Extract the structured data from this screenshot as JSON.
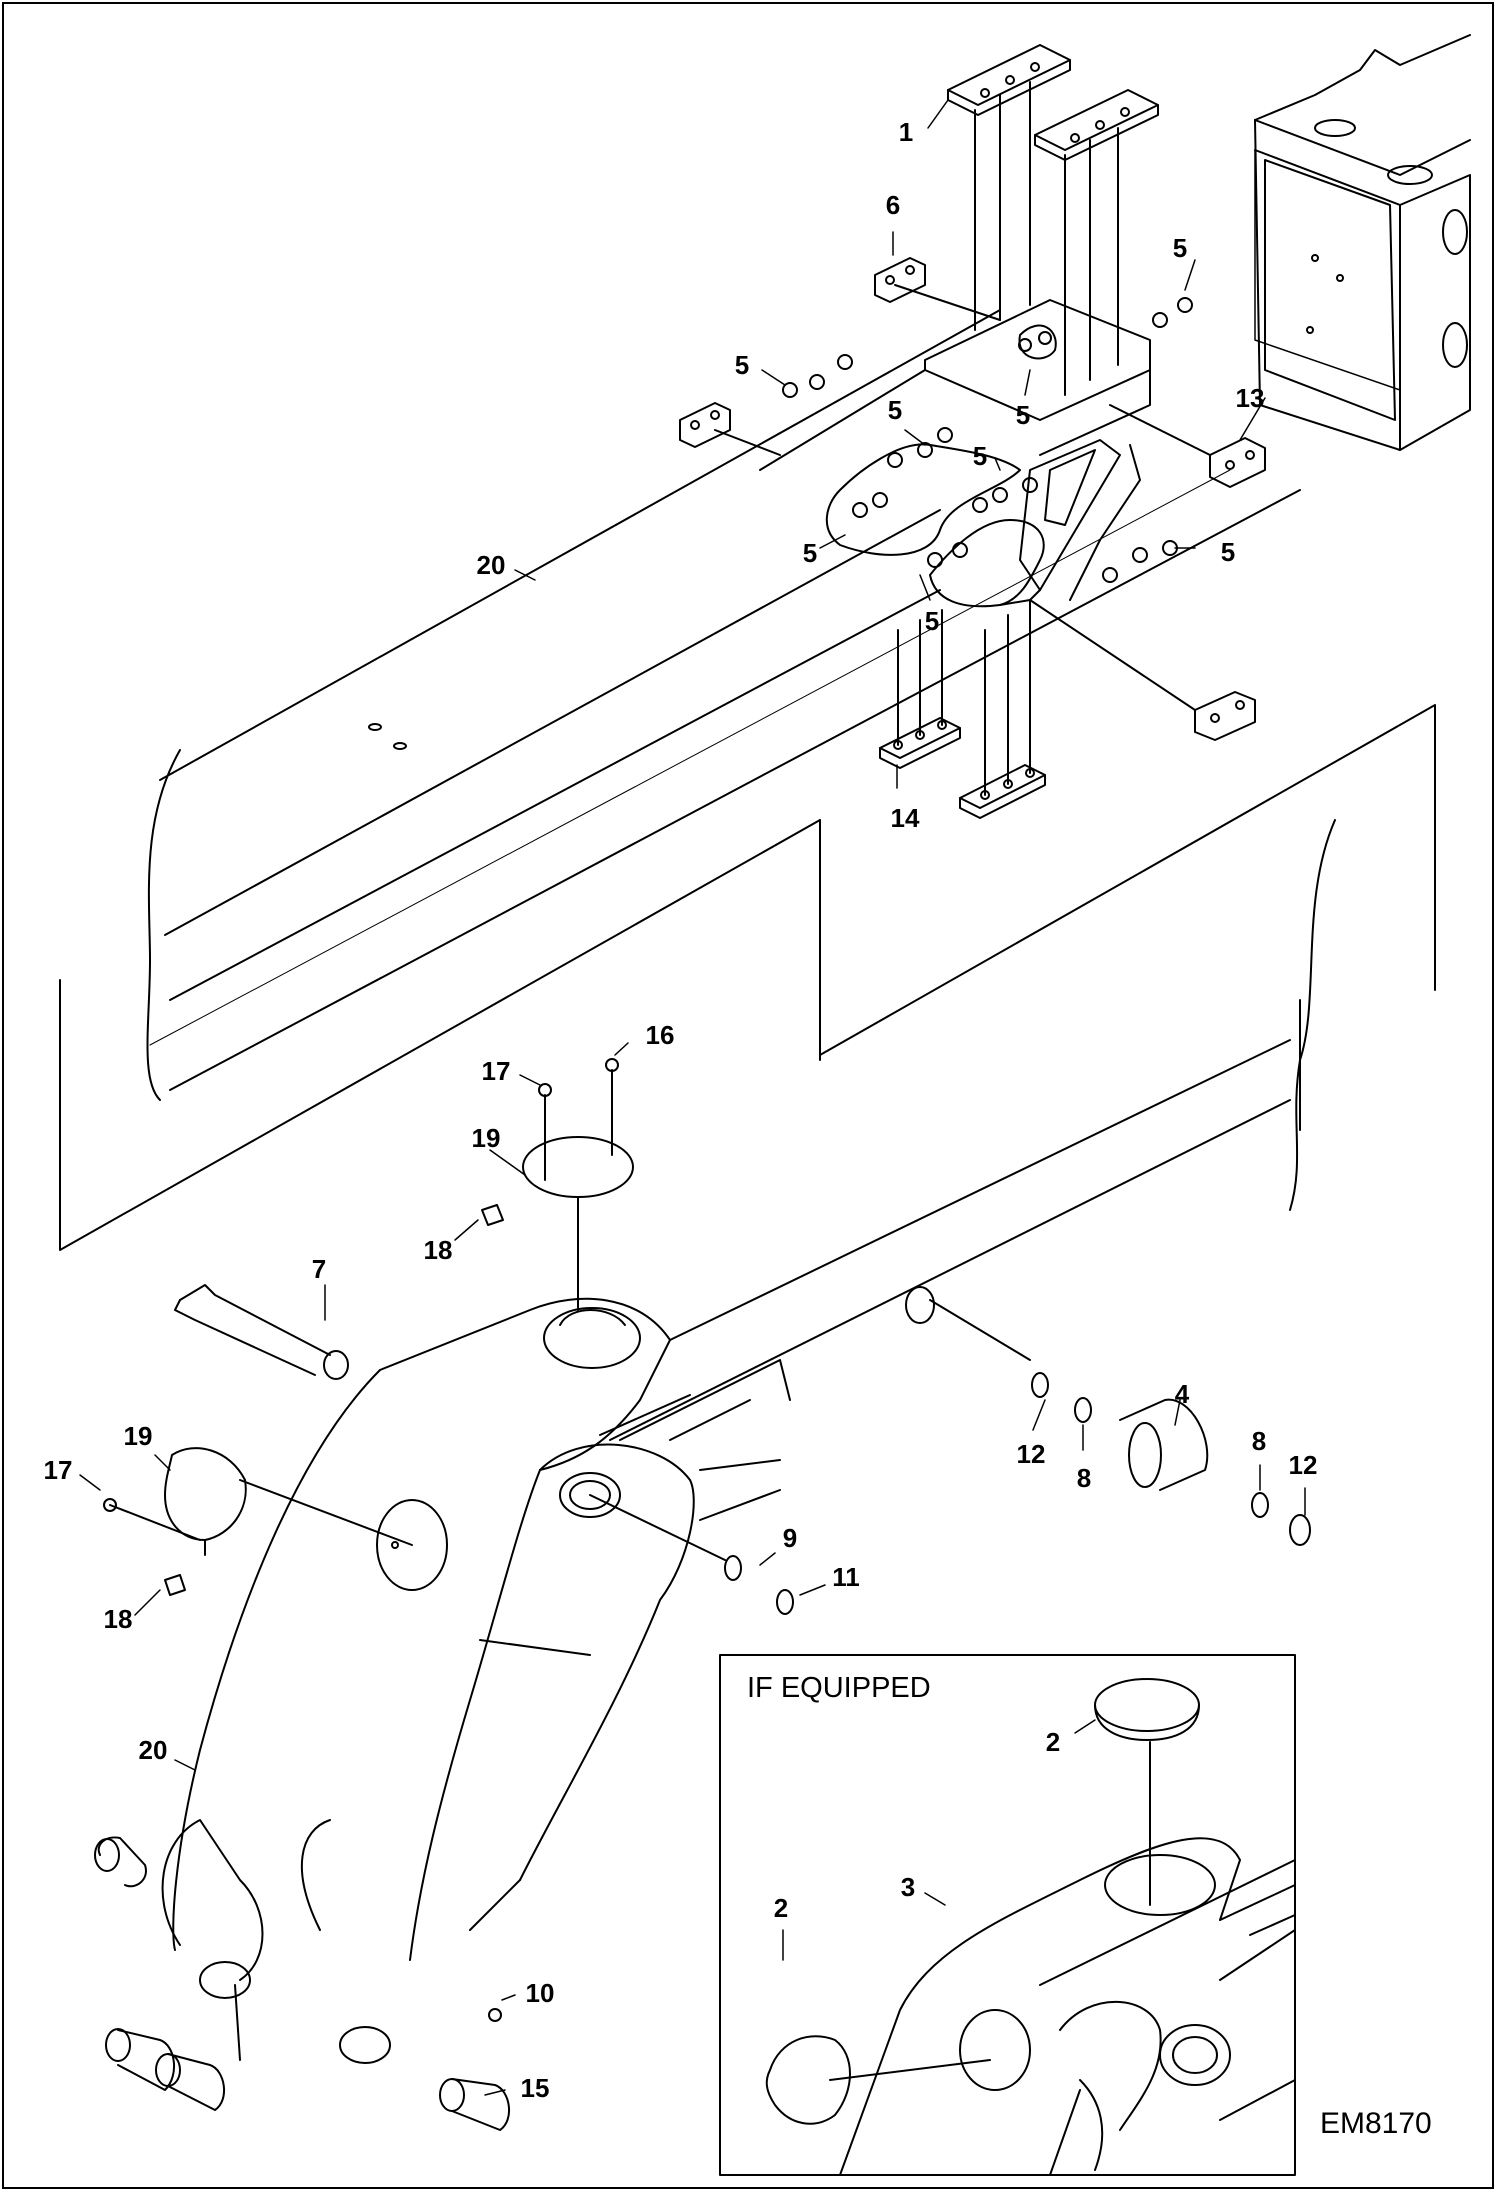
{
  "inset": {
    "title": "IF EQUIPPED"
  },
  "diagram_code": "EM8170",
  "callouts": {
    "c1": "1",
    "c6": "6",
    "c5a": "5",
    "c5b": "5",
    "c5c": "5",
    "c5d": "5",
    "c5e": "5",
    "c5f": "5",
    "c5g": "5",
    "c5h": "5",
    "c13": "13",
    "c20a": "20",
    "c14": "14",
    "c16": "16",
    "c17a": "17",
    "c19a": "19",
    "c18a": "18",
    "c7": "7",
    "c19b": "19",
    "c17b": "17",
    "c18b": "18",
    "c4": "4",
    "c12a": "12",
    "c8a": "8",
    "c8b": "8",
    "c12b": "12",
    "c9": "9",
    "c11": "11",
    "c20b": "20",
    "c10": "10",
    "c15": "15",
    "c2a": "2",
    "c2b": "2",
    "c3": "3"
  }
}
